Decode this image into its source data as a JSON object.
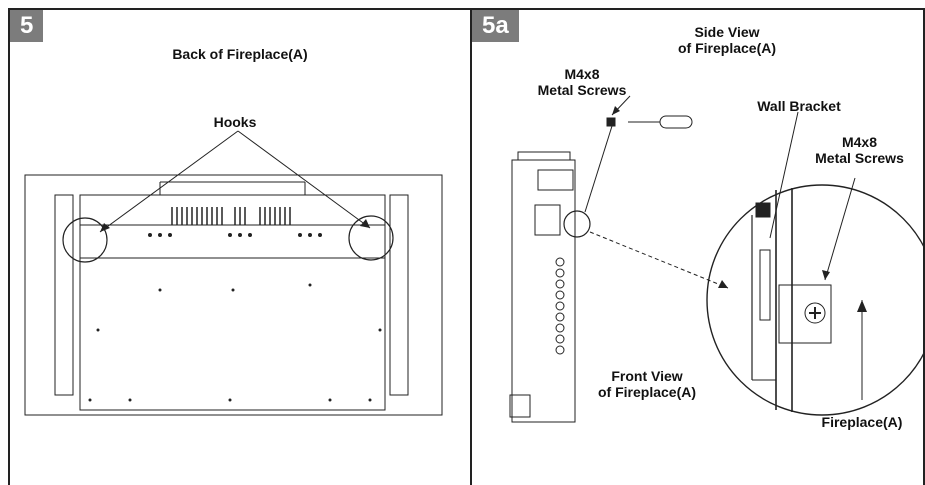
{
  "panels": [
    {
      "step": "5",
      "title": "Back of Fireplace(A)",
      "labels": {
        "hooks": "Hooks"
      }
    },
    {
      "step": "5a",
      "labels": {
        "side_view": "Side View\nof Fireplace(A)",
        "screws_top": "M4x8\nMetal Screws",
        "wall_bracket": "Wall Bracket",
        "screws_right": "M4x8\nMetal Screws",
        "front_view": "Front View\nof Fireplace(A)",
        "fireplace": "Fireplace(A)"
      }
    }
  ]
}
